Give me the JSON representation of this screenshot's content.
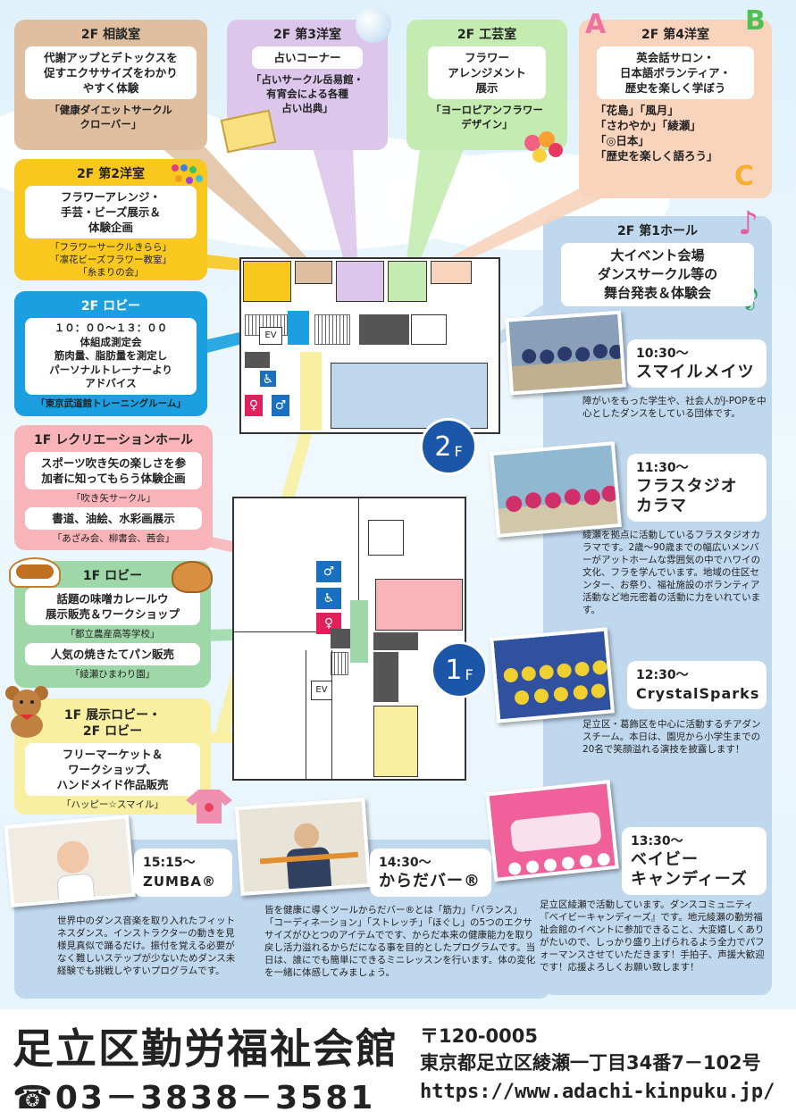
{
  "rooms": {
    "soudan": {
      "title": "2F 相談室",
      "desc": "代謝アップとデトックスを\n促すエクササイズをわかり\nやすく体験",
      "group": "「健康ダイエットサークル\nクローバー」"
    },
    "western3": {
      "title": "2F 第3洋室",
      "desc": "占いコーナー",
      "group": "「占いサークル岳易館・\n有宵会による各種\n占い出典」"
    },
    "kougei": {
      "title": "2F 工芸室",
      "desc": "フラワー\nアレンジメント\n展示",
      "group": "「ヨーロピアンフラワー\nデザイン」"
    },
    "western4": {
      "title": "2F 第4洋室",
      "desc": "英会話サロン・\n日本語ボランティア・\n歴史を楽しく学ぼう",
      "group": "「花島」「風月」\n「さわやか」「綾瀬」\n「◎日本」\n「歴史を楽しく語ろう」"
    },
    "western2": {
      "title": "2F 第2洋室",
      "desc": "フラワーアレンジ・\n手芸・ビーズ展示＆\n体験企画",
      "group": "「フラワーサークルきらら」\n「凛花ビーズフラワー教室」\n「糸まりの会」"
    },
    "lobby2": {
      "title": "2F ロビー",
      "desc": "１０：００～１３：００\n体組成測定会\n筋肉量、脂肪量を測定し\nパーソナルトレーナーより\nアドバイス",
      "group": "「東京武道館トレーニングルーム」"
    },
    "rec": {
      "title": "1F レクリエーションホール",
      "desc1": "スポーツ吹き矢の楽しさを参\n加者に知ってもらう体験企画",
      "group1": "「吹き矢サークル」",
      "desc2": "書道、油絵、水彩画展示",
      "group2": "「あざみ会、柳書会、茜会」"
    },
    "lobby1": {
      "title": "1F ロビー",
      "desc1": "話題の味噌カレールウ\n展示販売＆ワークショップ",
      "group1": "「都立農産高等学校」",
      "desc2": "人気の焼きたてパン販売",
      "group2": "「綾瀬ひまわり園」"
    },
    "exhibit": {
      "title": "1F 展示ロビー・\n2F ロビー",
      "desc": "フリーマーケット＆\nワークショップ、\nハンドメイド作品販売",
      "group": "「ハッピー☆スマイル」"
    },
    "hall": {
      "title": "2F 第1ホール",
      "desc": "大イベント会場\nダンスサークル等の\n舞台発表＆体験会"
    }
  },
  "plan": {
    "ev_label": "EV",
    "floor2": "2",
    "floor1": "1",
    "floor_suffix": "F"
  },
  "events": [
    {
      "time": "10:30～",
      "name": "スマイルメイツ",
      "desc": "障がいをもった学生や、社会人がJ-POPを中心としたダンスをしている団体です。"
    },
    {
      "time": "11:30～",
      "name": "フラスタジオ\nカラマ",
      "desc": "綾瀬を拠点に活動しているフラスタジオカラマです。2歳～90歳までの幅広いメンバーがアットホームな雰囲気の中でハワイの文化、フラを学んでいます。地域の住区センター、お祭り、福祉施設のボランティア活動など地元密着の活動に力をいれています。"
    },
    {
      "time": "12:30～",
      "name": "CrystalSparks",
      "desc": "足立区・葛飾区を中心に活動するチアダンスチーム。本日は、園児から小学生までの20名で笑顔溢れる演技を披露します！"
    },
    {
      "time": "13:30～",
      "name": "ベイビー\nキャンディーズ",
      "desc": "足立区綾瀬で活動しています。ダンスコミュニティ『ベイビーキャンディーズ』です。地元綾瀬の勤労福祉会館のイベントに参加できること、大変嬉しくありがたいので、しっかり盛り上げられるよう全力でパフォーマンスさせていただきます！手拍子、声援大歓迎です！応援よろしくお願い致します！"
    },
    {
      "time": "14:30～",
      "name": "からだバー®",
      "desc": "皆を健康に導くツールからだバー®とは「筋力」「バランス」「コーディネーション」「ストレッチ」「ほぐし」の5つのエクササイズがひとつのアイテムでです、からだ本来の健康能力を取り戻し活力溢れるからだになる事を目的としたプログラムです。当日は、誰にでも簡単にできるミニレッスンを行います。体の変化を一緒に体感してみましょう。"
    },
    {
      "time": "15:15～",
      "name": "ZUMBA®",
      "desc": "世界中のダンス音楽を取り入れたフィットネスダンス。インストラクターの動きを見様見真似で踊るだけ。振付を覚える必要がなく難しいステップが少ないためダンス未経験でも挑戦しやすいプログラムです。"
    }
  ],
  "footer": {
    "name": "足立区勤労福祉会館",
    "tel": "☎03－3838－3581",
    "postal": "〒120-0005",
    "address": "東京都足立区綾瀬一丁目34番7－102号",
    "url": "https://www.adachi-kinpuku.jp/"
  },
  "colors": {
    "tan": "#dfbfa0",
    "lavender": "#dcc6ec",
    "green": "#c4ecb0",
    "peach": "#f8d4bc",
    "yellow": "#f8c81e",
    "blue": "#1aa0e0",
    "pink": "#f8b4b8",
    "mint": "#9fd8a8",
    "lightyellow": "#f8f0a0",
    "hallblue": "#c0d8ee"
  }
}
